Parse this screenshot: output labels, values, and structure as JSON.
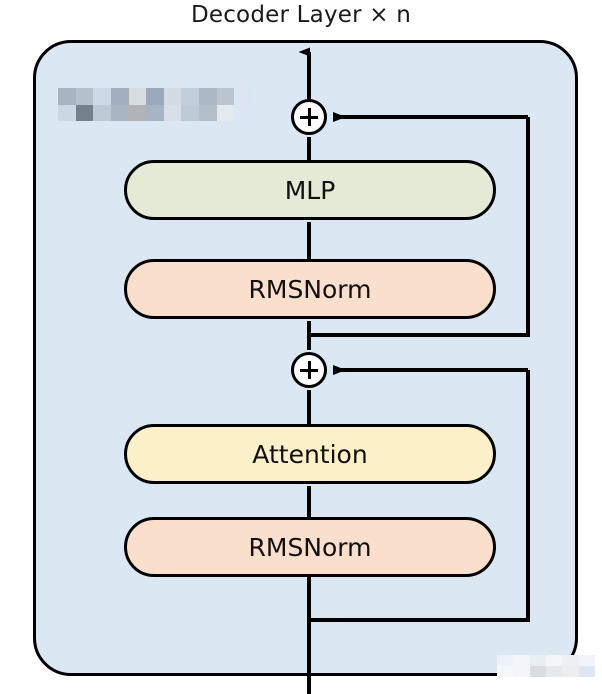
{
  "diagram": {
    "title": "Decoder Layer × n",
    "type": "neural-network-architecture",
    "container_label": "Decoder Layer",
    "repeat_count": "n",
    "blocks": [
      {
        "id": "mlp",
        "label": "MLP",
        "fill": "#e3ebd6",
        "order": 4
      },
      {
        "id": "rmsnorm_upper",
        "label": "RMSNorm",
        "fill": "#fae0cc",
        "order": 3
      },
      {
        "id": "attention",
        "label": "Attention",
        "fill": "#fcf0c9",
        "order": 2
      },
      {
        "id": "rmsnorm_lower",
        "label": "RMSNorm",
        "fill": "#fae0cc",
        "order": 1
      }
    ],
    "operators": [
      {
        "id": "add_upper",
        "symbol": "+",
        "name": "residual-add-mlp"
      },
      {
        "id": "add_lower",
        "symbol": "+",
        "name": "residual-add-attention"
      }
    ],
    "redacted_regions": [
      {
        "id": "label_patch",
        "note": "pixelated text block, top-left inside container"
      },
      {
        "id": "corner_patch",
        "note": "pixelated strip, bottom-right edge"
      }
    ],
    "colors": {
      "container_fill": "#dce7f4",
      "stroke": "#000000",
      "page_background": "#ffffff",
      "mlp_fill": "#e3ebd6",
      "rmsnorm_fill": "#fae0cc",
      "attention_fill": "#fcf0c9",
      "operator_fill": "#ffffff"
    }
  }
}
